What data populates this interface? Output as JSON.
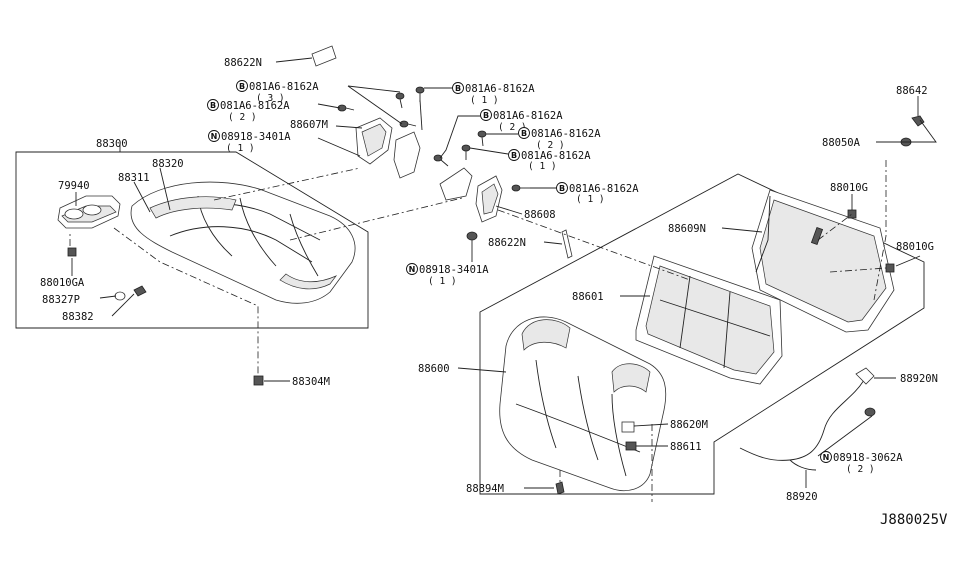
{
  "diagram_code": "J880025V",
  "callouts": {
    "p88622N_top": "88622N",
    "p88622N_mid": "88622N",
    "p88300": "88300",
    "p79940": "79940",
    "p88320": "88320",
    "p88311": "88311",
    "p88010GA": "88010GA",
    "p88327P": "88327P",
    "p88382": "88382",
    "p88304M": "88304M",
    "p88607M": "88607M",
    "p88608": "88608",
    "p88642": "88642",
    "p88050A": "88050A",
    "p88010G_a": "88010G",
    "p88010G_b": "88010G",
    "p88609N": "88609N",
    "p88601": "88601",
    "p88600": "88600",
    "p88620M": "88620M",
    "p88611": "88611",
    "p88894M": "88894M",
    "p88920N": "88920N",
    "p88920": "88920"
  },
  "bolts": {
    "b1": {
      "prefix": "B",
      "code": "081A6-8162A",
      "qty": "( 3 )"
    },
    "b2": {
      "prefix": "B",
      "code": "081A6-8162A",
      "qty": "( 2 )"
    },
    "b3": {
      "prefix": "B",
      "code": "081A6-8162A",
      "qty": "( 1 )"
    },
    "b4": {
      "prefix": "B",
      "code": "081A6-8162A",
      "qty": "( 2 )"
    },
    "b5": {
      "prefix": "B",
      "code": "081A6-8162A",
      "qty": "( 2 )"
    },
    "b6": {
      "prefix": "B",
      "code": "081A6-8162A",
      "qty": "( 1 )"
    },
    "b7": {
      "prefix": "B",
      "code": "081A6-8162A",
      "qty": "( 1 )"
    }
  },
  "nuts": {
    "n1": {
      "prefix": "N",
      "code": "08918-3401A",
      "qty": "( 1 )"
    },
    "n2": {
      "prefix": "N",
      "code": "08918-3401A",
      "qty": "( 1 )"
    },
    "n3": {
      "prefix": "N",
      "code": "08918-3062A",
      "qty": "( 2 )"
    }
  }
}
